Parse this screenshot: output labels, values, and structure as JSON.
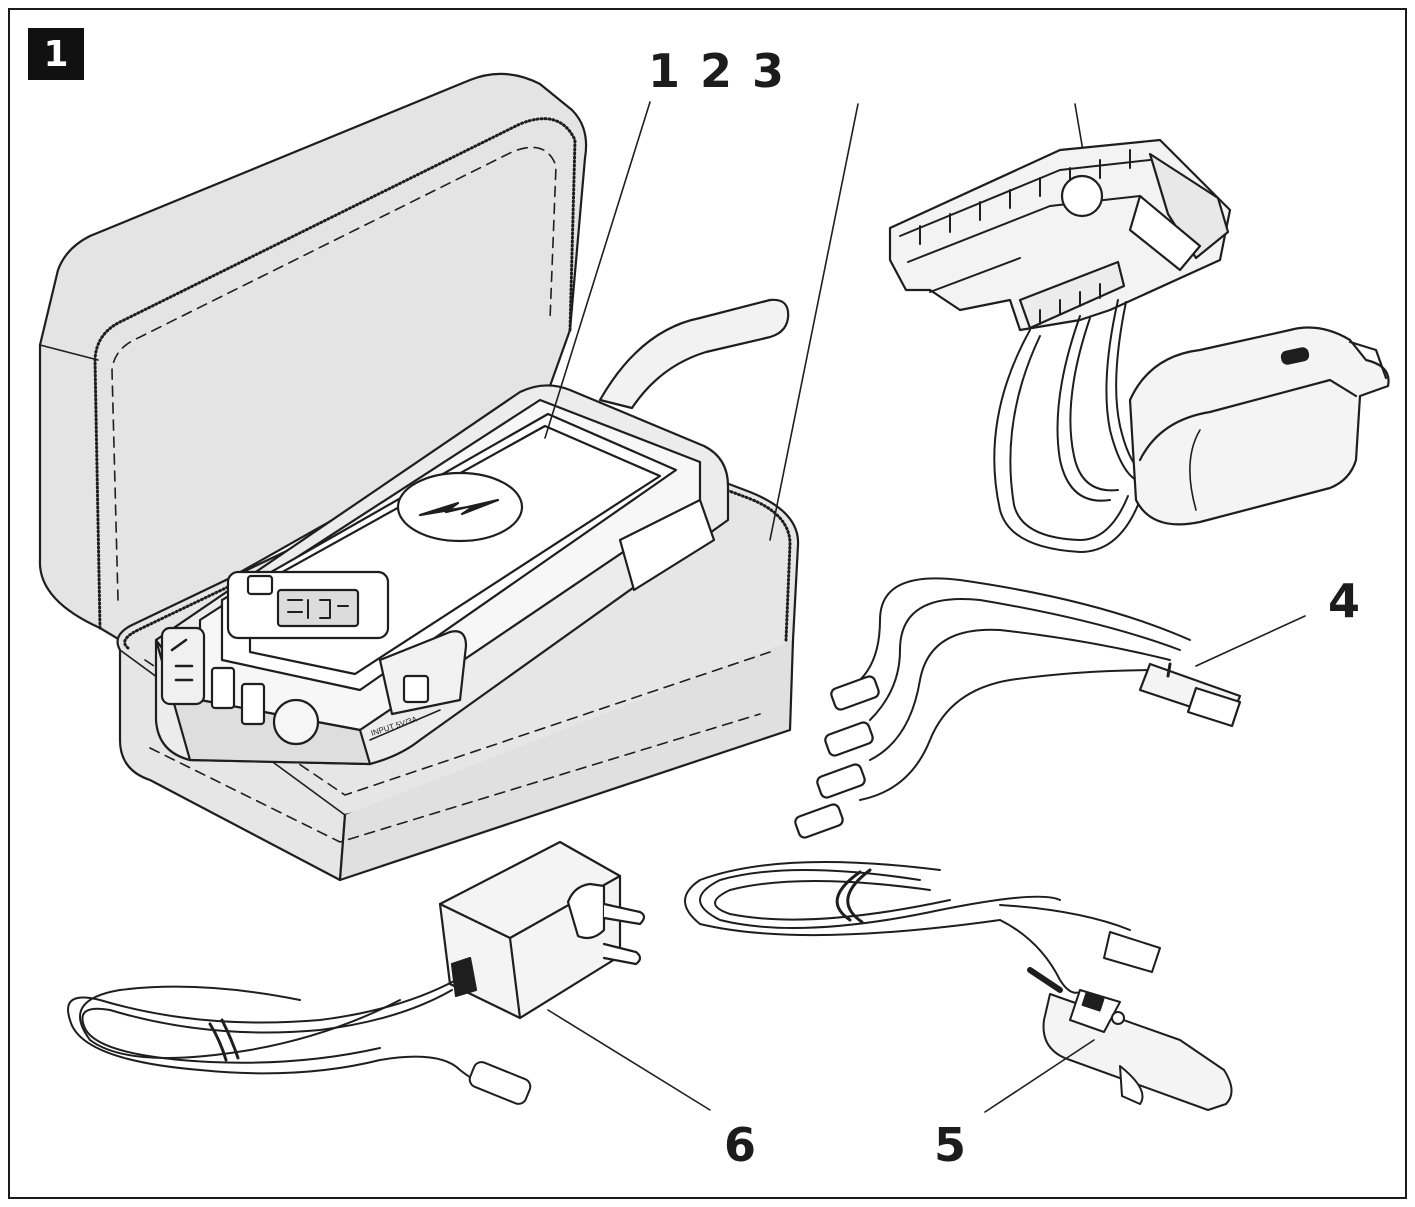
{
  "figure": {
    "number": "1"
  },
  "callouts": {
    "c123": "1 2 3",
    "c4": "4",
    "c5": "5",
    "c6": "6"
  },
  "colors": {
    "ink": "#1e1e1e",
    "fill": "#e6e6e6",
    "fill_light": "#f2f2f2",
    "background": "#ffffff"
  },
  "device_text": {
    "input_label": "INPUT 5V/3A"
  }
}
